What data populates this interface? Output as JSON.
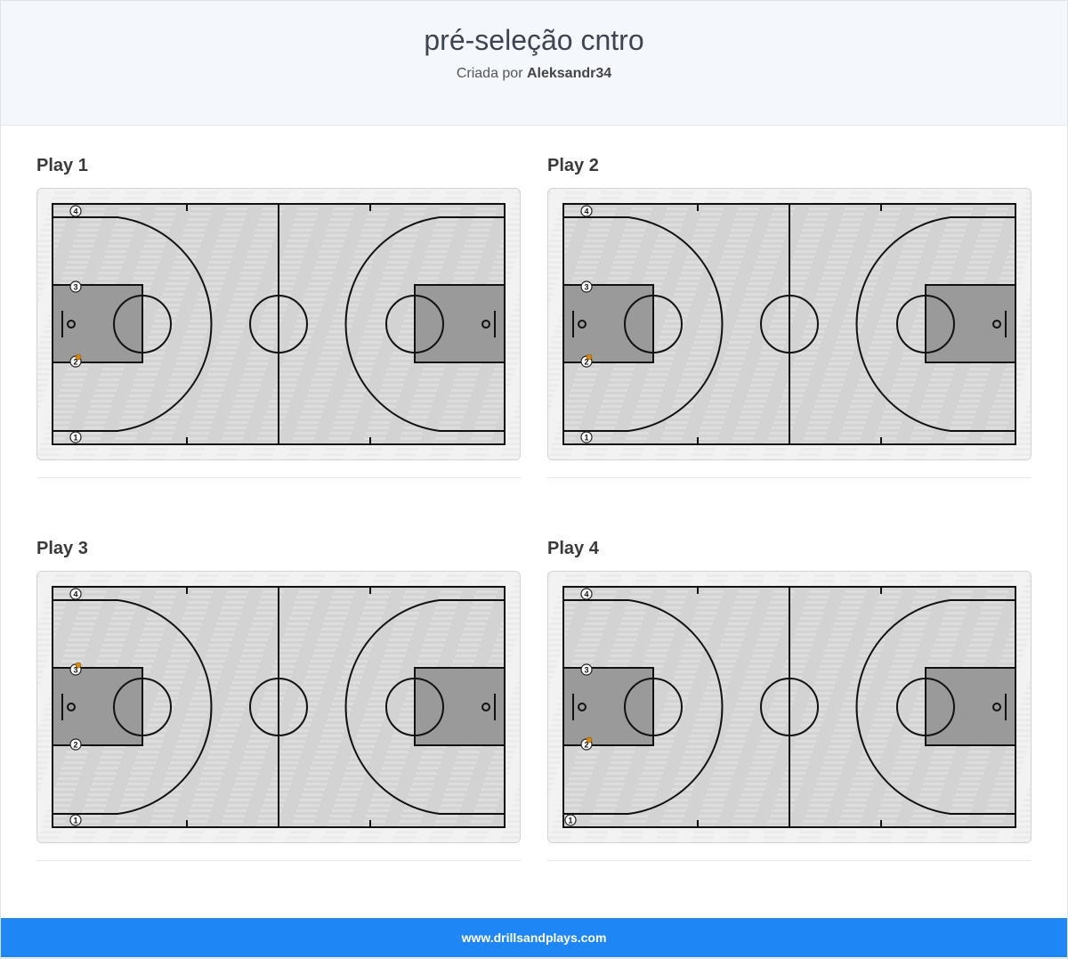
{
  "header": {
    "title": "pré-seleção cntro",
    "created_by_prefix": "Criada por",
    "author": "Aleksandr34"
  },
  "plays": [
    {
      "title": "Play 1",
      "players": [
        {
          "label": "4",
          "pos": "top-corner",
          "ball": false
        },
        {
          "label": "3",
          "pos": "lane-top",
          "ball": false
        },
        {
          "label": "2",
          "pos": "lane-bottom",
          "ball": true
        },
        {
          "label": "1",
          "pos": "bottom-corner",
          "ball": false
        }
      ]
    },
    {
      "title": "Play 2",
      "players": [
        {
          "label": "4",
          "pos": "top-corner",
          "ball": false
        },
        {
          "label": "3",
          "pos": "lane-top",
          "ball": false
        },
        {
          "label": "2",
          "pos": "lane-bottom",
          "ball": true
        },
        {
          "label": "1",
          "pos": "bottom-corner",
          "ball": false
        }
      ]
    },
    {
      "title": "Play 3",
      "players": [
        {
          "label": "4",
          "pos": "top-corner",
          "ball": false
        },
        {
          "label": "3",
          "pos": "lane-top",
          "ball": true
        },
        {
          "label": "2",
          "pos": "lane-bottom",
          "ball": false
        },
        {
          "label": "1",
          "pos": "bottom-corner",
          "ball": false
        }
      ]
    },
    {
      "title": "Play 4",
      "players": [
        {
          "label": "4",
          "pos": "top-corner",
          "ball": false
        },
        {
          "label": "3",
          "pos": "lane-top",
          "ball": false
        },
        {
          "label": "2",
          "pos": "lane-bottom",
          "ball": true
        },
        {
          "label": "1",
          "pos": "bottom-corner-out",
          "ball": false
        }
      ]
    }
  ],
  "footer": {
    "site": "www.drillsandplays.com"
  },
  "colors": {
    "header_bg": "#f4f8fd",
    "footer_bg": "#1e86f5",
    "court_floor": "#d3d3d3",
    "paint": "#9a9a9a",
    "ball": "#d4880f"
  }
}
